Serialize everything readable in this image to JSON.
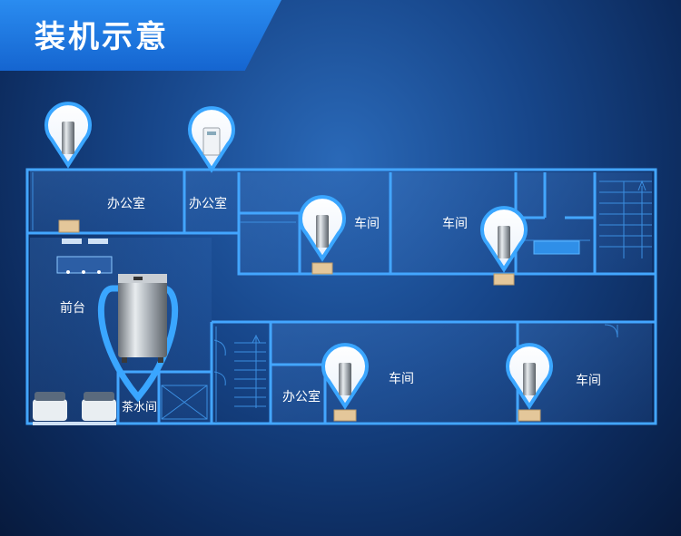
{
  "title": "装机示意",
  "labels": {
    "office_1": "办公室",
    "office_2": "办公室",
    "workshop_1": "车间",
    "workshop_2": "车间",
    "reception": "前台",
    "tea_room": "茶水间",
    "office_3": "办公室",
    "workshop_3": "车间",
    "workshop_4": "车间"
  },
  "colors": {
    "title_bar": "#1e7be6",
    "floor_line": "#3fa3ff",
    "pin_ring": "#3aa6ff",
    "base_box": "#e4c79a"
  },
  "icons": {
    "pin": "location-pin-icon",
    "dispenser": "water-dispenser-icon",
    "large_unit": "water-boiler-icon"
  }
}
